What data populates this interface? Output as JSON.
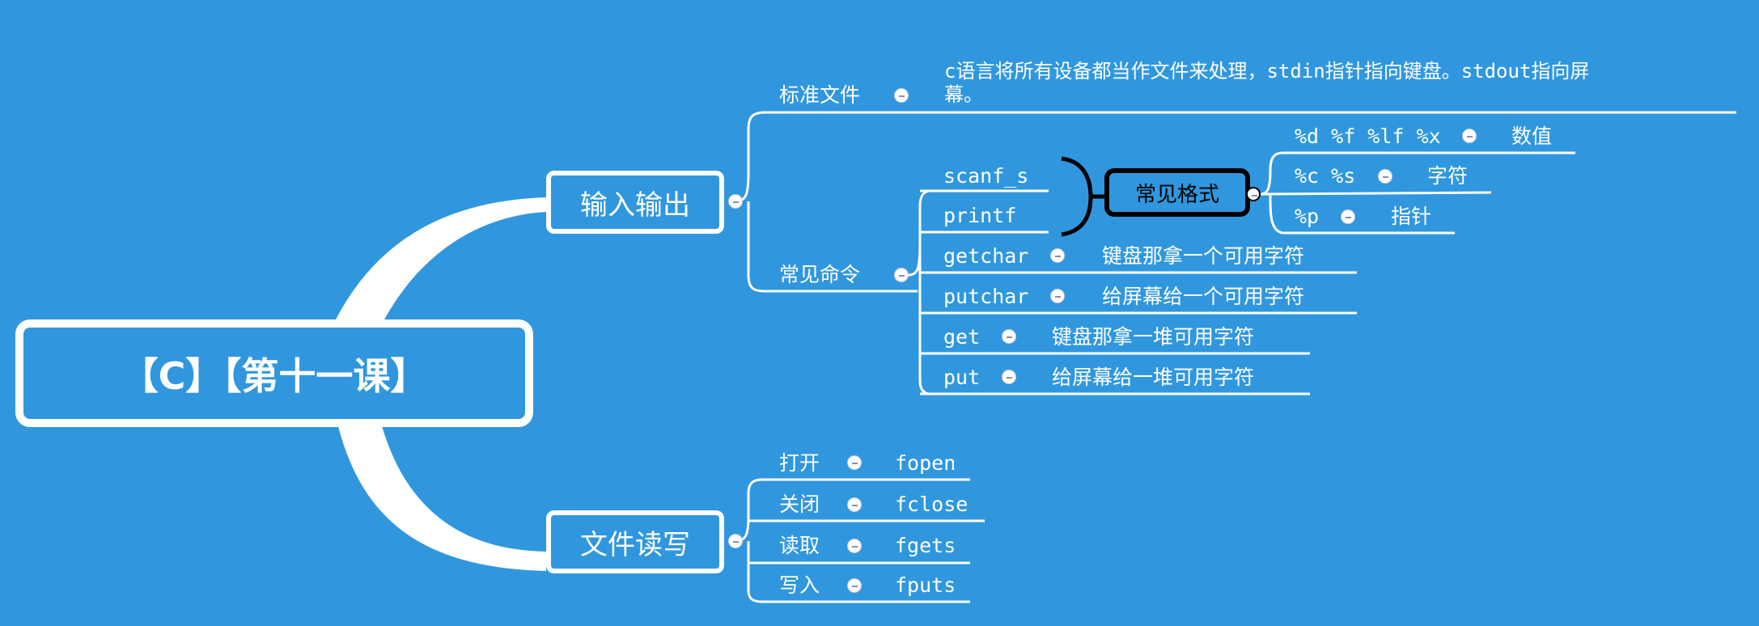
{
  "central": {
    "label": "【C】【第十一课】"
  },
  "io": {
    "label": "输入输出",
    "standard_file": {
      "label": "标准文件",
      "desc_line1": "c语言将所有设备都当作文件来处理，stdin指针指向键盘。stdout指向屏",
      "desc_line2": "幕。"
    },
    "commands": {
      "label": "常见命令",
      "scanf": "scanf_s",
      "printf": "printf",
      "formats": {
        "label": "常见格式",
        "items": [
          {
            "key": "%d %f %lf %x",
            "value": "数值"
          },
          {
            "key": "%c %s",
            "value": "字符"
          },
          {
            "key": "%p",
            "value": "指针"
          }
        ]
      },
      "items": [
        {
          "key": "getchar",
          "value": "键盘那拿一个可用字符"
        },
        {
          "key": "putchar",
          "value": "给屏幕给一个可用字符"
        },
        {
          "key": "get",
          "value": "键盘那拿一堆可用字符"
        },
        {
          "key": "put",
          "value": "给屏幕给一堆可用字符"
        }
      ]
    }
  },
  "file": {
    "label": "文件读写",
    "items": [
      {
        "key": "打开",
        "value": "fopen"
      },
      {
        "key": "关闭",
        "value": "fclose"
      },
      {
        "key": "读取",
        "value": "fgets"
      },
      {
        "key": "写入",
        "value": "fputs"
      }
    ]
  }
}
